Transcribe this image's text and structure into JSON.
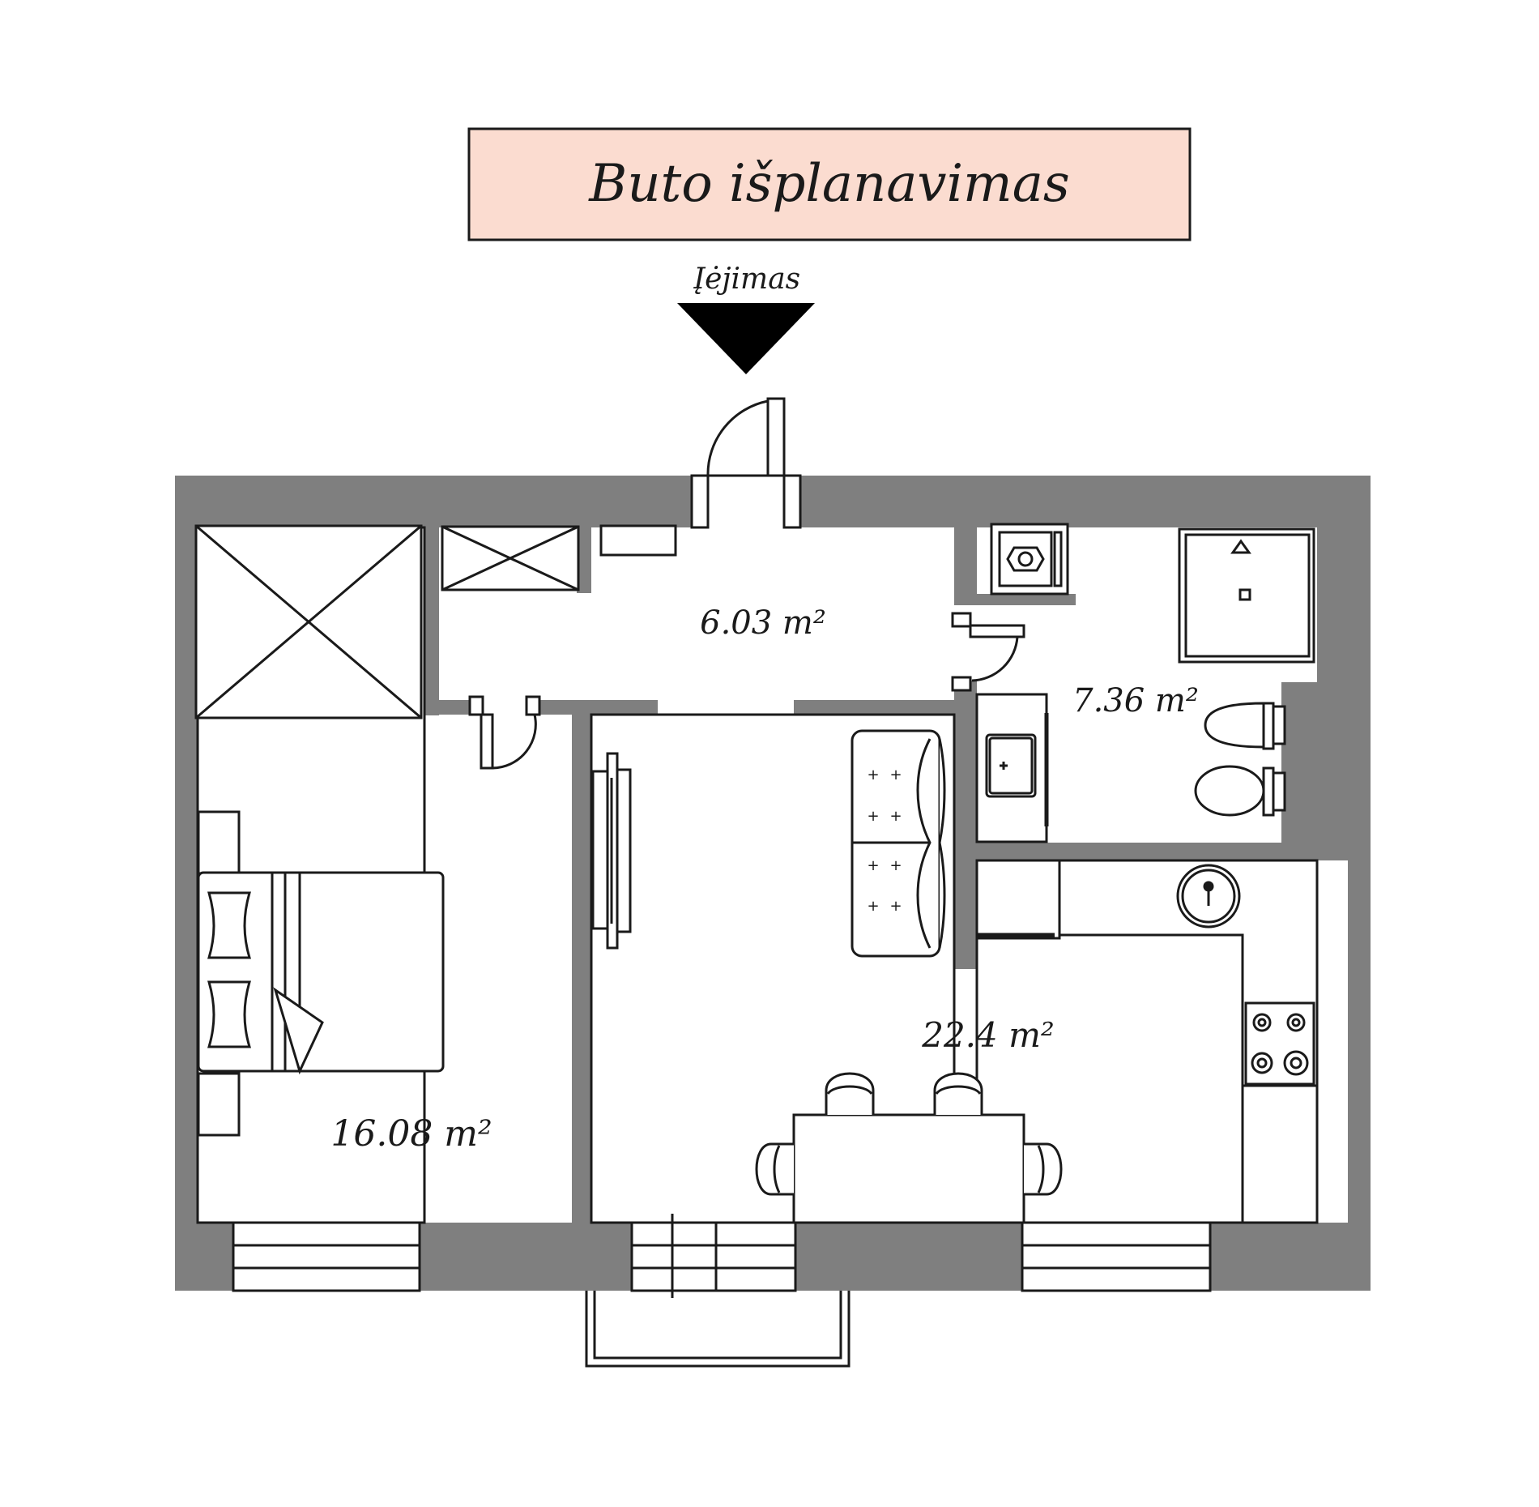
{
  "title": "Buto išplanavimas",
  "entrance_label": "Įėjimas",
  "rooms": {
    "hall_area": "6.03 m²",
    "bathroom_area": "7.36 m²",
    "bedroom_area": "16.08 m²",
    "living_kitchen_area": "22.4 m²"
  },
  "colors": {
    "title_bg": "#FBDCD0",
    "wall": "#7F7F7F",
    "line": "#1a1a1a",
    "background": "#ffffff"
  }
}
